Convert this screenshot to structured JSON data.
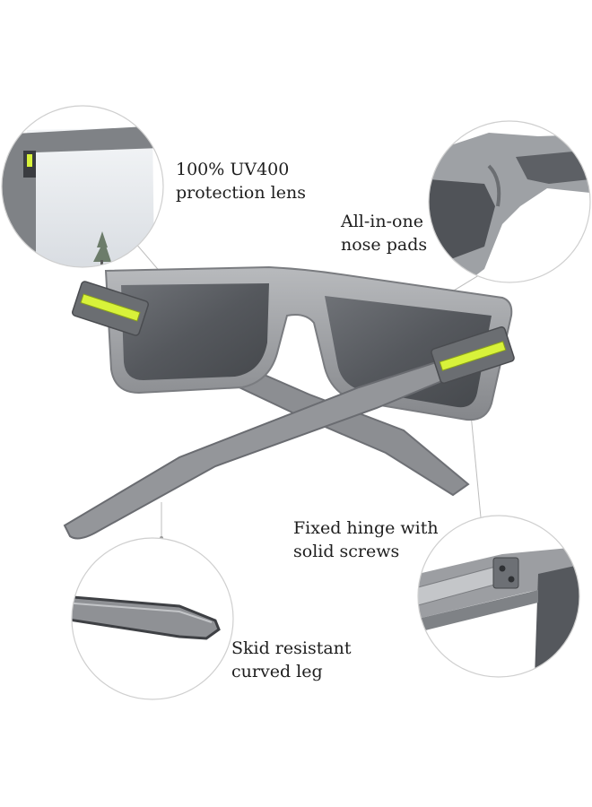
{
  "callouts": {
    "uv400": {
      "line1": "100% UV400",
      "line2": "protection lens"
    },
    "nose_pads": {
      "line1": "All-in-one",
      "line2": "nose pads"
    },
    "hinge": {
      "line1": "Fixed hinge with",
      "line2": "solid screws"
    },
    "leg": {
      "line1": "Skid resistant",
      "line2": "curved leg"
    }
  },
  "colors": {
    "frame": "#8f9195",
    "frame_dark": "#55585d",
    "lens": "#4f5257",
    "accent": "#d8f23a",
    "text": "#1e1e1e",
    "circle_border": "#cfcfcf",
    "leader_line": "#bdbdbd"
  }
}
